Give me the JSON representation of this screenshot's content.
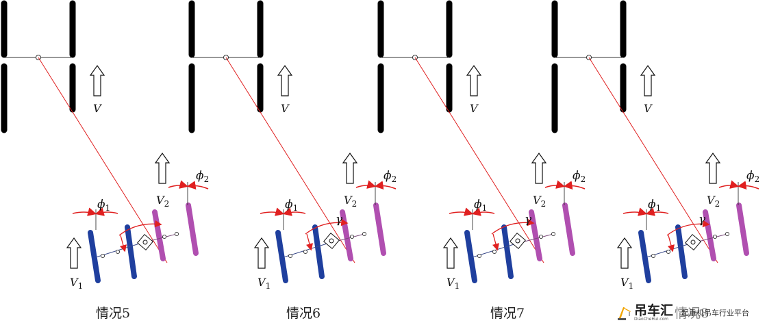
{
  "panels": [
    {
      "caption": "情况5",
      "show_gamma": false
    },
    {
      "caption": "情况6",
      "show_gamma": true
    },
    {
      "caption": "情况7",
      "show_gamma": true
    },
    {
      "caption": "情况8",
      "show_gamma": true
    }
  ],
  "symbols": {
    "velocity": "V",
    "phi": "ϕ",
    "gamma": "γ",
    "sub1": "1",
    "sub2": "2"
  },
  "watermark": {
    "brand": "吊车汇",
    "site": "DiaoCheHui.com",
    "tagline": "起重机吊车行业平台"
  },
  "colors": {
    "blue_wheel": "#1f3f9e",
    "purple_wheel": "#b04fb0",
    "red_line": "#e02020",
    "black": "#000000"
  }
}
